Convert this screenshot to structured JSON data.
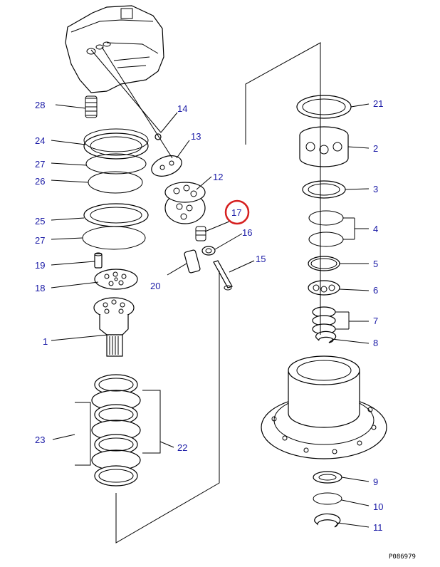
{
  "callouts": {
    "c1": "1",
    "c2": "2",
    "c3": "3",
    "c4": "4",
    "c5": "5",
    "c6": "6",
    "c7": "7",
    "c8": "8",
    "c9": "9",
    "c10": "10",
    "c11": "11",
    "c12": "12",
    "c13": "13",
    "c14": "14",
    "c15": "15",
    "c16": "16",
    "c17": "17",
    "c18": "18",
    "c19": "19",
    "c20": "20",
    "c21": "21",
    "c22": "22",
    "c23": "23",
    "c24": "24",
    "c25": "25",
    "c26": "26",
    "c27a": "27",
    "c27b": "27",
    "c28": "28"
  },
  "drawing_code": "P086979",
  "colors": {
    "callout_text": "#1a1aa6",
    "highlight_ring": "#d61f1f",
    "line": "#000000"
  }
}
